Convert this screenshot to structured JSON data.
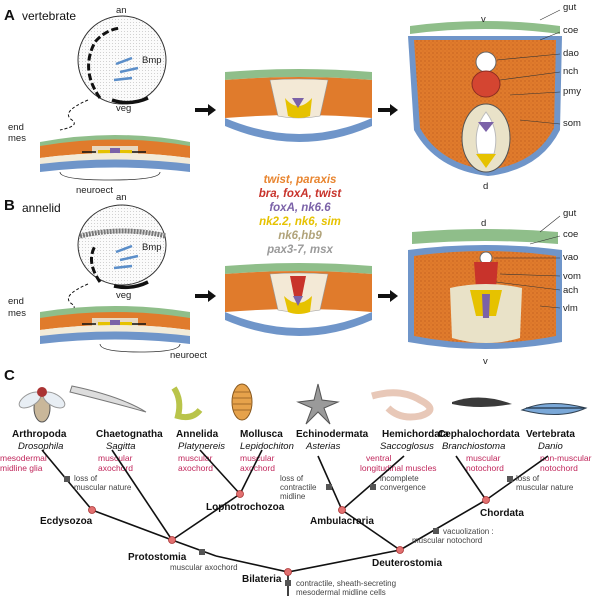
{
  "panels": {
    "a": {
      "letter": "A",
      "title": "vertebrate"
    },
    "b": {
      "letter": "B",
      "title": "annelid"
    },
    "c": {
      "letter": "C"
    }
  },
  "embryo_labels": {
    "an": "an",
    "veg": "veg",
    "bmp": "Bmp",
    "end": "end",
    "mes": "mes",
    "neuroect": "neuroect"
  },
  "vert_section_labels": [
    "gut",
    "coe",
    "dao",
    "nch",
    "pmy",
    "som"
  ],
  "vert_axis": {
    "v": "v",
    "d": "d"
  },
  "ann_section_labels": [
    "gut",
    "coe",
    "vao",
    "vom",
    "ach",
    "vlm"
  ],
  "ann_axis": {
    "d": "d",
    "v": "v"
  },
  "legend": [
    {
      "text": "twist, paraxis",
      "color": "#e8842e"
    },
    {
      "text": "bra, foxA, twist",
      "color": "#c8332b"
    },
    {
      "text": "foxA, nk6.6",
      "color": "#7b62a8"
    },
    {
      "text": "nk2.2, nk6, sim",
      "color": "#e6c200"
    },
    {
      "text": "nk6,hb9",
      "color": "#b1a37a"
    },
    {
      "text": "pax3-7, msx",
      "color": "#9a9a9a"
    }
  ],
  "taxa": [
    {
      "name": "Arthropoda",
      "genus": "Drosophila",
      "trait": [
        "mesodermal",
        "midline glia"
      ]
    },
    {
      "name": "Chaetognatha",
      "genus": "Sagitta",
      "trait": [
        "muscular",
        "axochord"
      ]
    },
    {
      "name": "Annelida",
      "genus": "Platynereis",
      "trait": [
        "muscular",
        "axochord"
      ]
    },
    {
      "name": "Mollusca",
      "genus": "Lepidochiton",
      "trait": [
        "muscular",
        "axochord"
      ]
    },
    {
      "name": "Echinodermata",
      "genus": "Asterias",
      "trait": []
    },
    {
      "name": "Hemichordata",
      "genus": "Saccoglosus",
      "trait": [
        "ventral",
        "longitudinal  muscles"
      ]
    },
    {
      "name": "Cephalochordata",
      "genus": "Branchiostoma",
      "trait": [
        "muscular",
        "notochord"
      ]
    },
    {
      "name": "Vertebrata",
      "genus": "Danio",
      "trait": [
        "non-muscular",
        "notochord"
      ]
    }
  ],
  "clades": {
    "ecdysozoa": "Ecdysozoa",
    "lophotrochozoa": "Lophotrochozoa",
    "protostomia": "Protostomia",
    "ambulacraria": "Ambulacraria",
    "chordata": "Chordata",
    "deuterostomia": "Deuterostomia",
    "bilateria": "Bilateria"
  },
  "events": {
    "arthropod_loss": [
      "loss of",
      "muscular nature"
    ],
    "echino_loss": [
      "loss of",
      "contractile",
      "midline"
    ],
    "hemi_incomplete": [
      "incomplete",
      "convergence"
    ],
    "vert_loss": [
      "loss of",
      "muscular nature"
    ],
    "protostome": [
      "muscular axochord"
    ],
    "chordate": [
      "vacuolization :",
      "muscular notochord"
    ],
    "bilateria": [
      "contractile, sheath-secreting",
      "mesodermal midline cells"
    ]
  }
}
